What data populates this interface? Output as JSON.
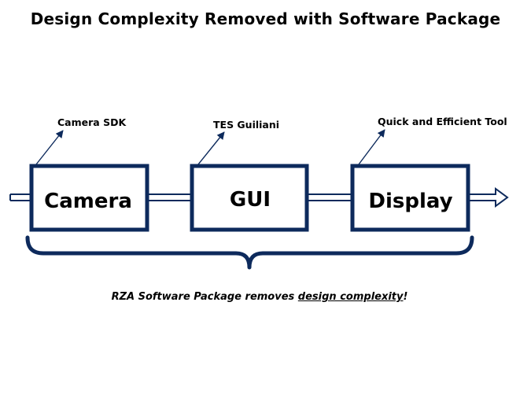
{
  "title": "Design Complexity Removed with Software Package",
  "colors": {
    "box_border": "#0d2a5c",
    "arrow": "#0d2a5c",
    "text": "#000000"
  },
  "blocks": [
    {
      "label": "Camera",
      "annotation": "Camera SDK"
    },
    {
      "label": "GUI",
      "annotation": "TES Guiliani"
    },
    {
      "label": "Display",
      "annotation": "Quick and Efficient Tool"
    }
  ],
  "caption": {
    "prefix": "RZA Software  Package  removes ",
    "emphasis": "design complexity",
    "suffix": "!"
  }
}
